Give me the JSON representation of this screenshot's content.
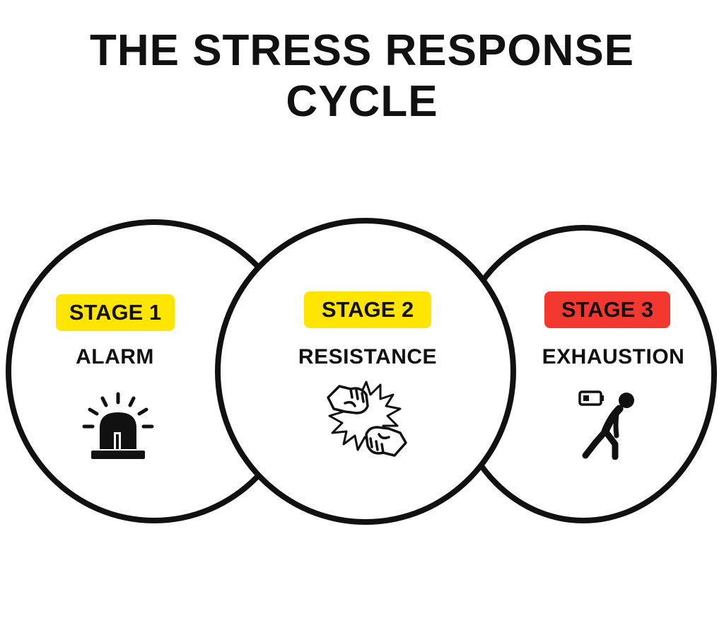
{
  "title": {
    "line1": "THE STRESS RESPONSE",
    "line2": "CYCLE"
  },
  "stages": [
    {
      "badge": "STAGE 1",
      "name": "ALARM",
      "badge_color": "#FFE500",
      "icon": "alarm-siren-icon"
    },
    {
      "badge": "STAGE 2",
      "name": "RESISTANCE",
      "badge_color": "#FFE500",
      "icon": "fist-bump-clash-icon"
    },
    {
      "badge": "STAGE 3",
      "name": "EXHAUSTION",
      "badge_color": "#F2382F",
      "icon": "exhausted-person-low-battery-icon"
    }
  ],
  "colors": {
    "outline": "#111111",
    "background": "#FFFFFF"
  }
}
